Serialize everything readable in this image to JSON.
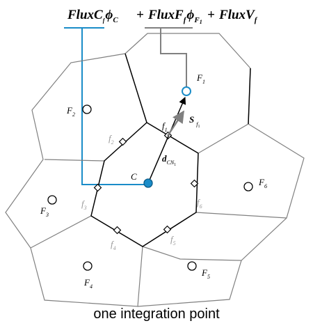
{
  "equation": {
    "term_c": "FluxC",
    "term_c_sub": "f",
    "phi_c": "ϕ",
    "phi_c_sub": "C",
    "plus_1": "+",
    "term_f": "FluxF",
    "term_f_sub": "f",
    "phi_f": "ϕ",
    "phi_f_sub": "F",
    "phi_f_subsub": "1",
    "plus_2": "+",
    "term_v": "FluxV",
    "term_v_sub": "f"
  },
  "cells": {
    "C": "C",
    "F1": {
      "main": "F",
      "sub": "1"
    },
    "F2": {
      "main": "F",
      "sub": "2"
    },
    "F3": {
      "main": "F",
      "sub": "3"
    },
    "F4": {
      "main": "F",
      "sub": "4"
    },
    "F5": {
      "main": "F",
      "sub": "5"
    },
    "F6": {
      "main": "F",
      "sub": "6"
    }
  },
  "faces": {
    "f1": {
      "main": "f",
      "sub": "1"
    },
    "f2": {
      "main": "f",
      "sub": "2"
    },
    "f3": {
      "main": "f",
      "sub": "3"
    },
    "f4": {
      "main": "f",
      "sub": "4"
    },
    "f5": {
      "main": "f",
      "sub": "5"
    },
    "f6": {
      "main": "f",
      "sub": "6"
    }
  },
  "vectors": {
    "d": {
      "main": "d",
      "sub": "CN",
      "subsub": "1"
    },
    "s": {
      "main": "S",
      "sub": "f",
      "subsub": "1"
    }
  },
  "caption": "one integration point",
  "colors": {
    "accent_blue": "#1a8cc8",
    "mesh_gray": "#808080",
    "line_black": "#000000"
  }
}
